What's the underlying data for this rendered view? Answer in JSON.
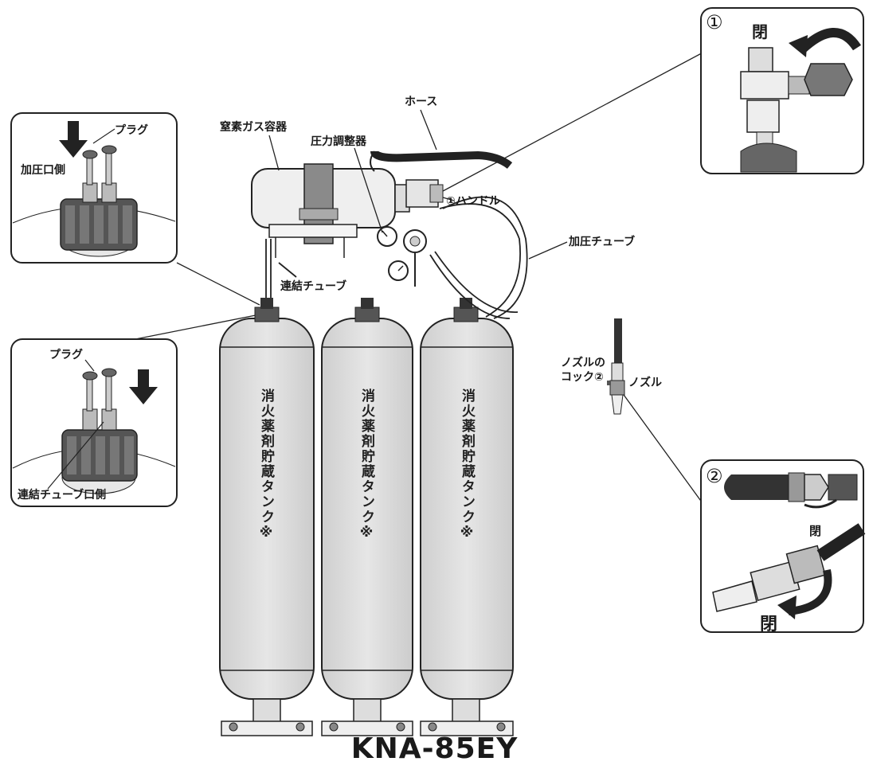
{
  "labels": {
    "hose": "ホース",
    "nitrogen_container": "窒素ガス容器",
    "pressure_regulator": "圧力調整器",
    "handle": "①ハンドル",
    "pressure_tube": "加圧チューブ",
    "connecting_tube": "連結チューブ",
    "nozzle_cock_line1": "ノズルの",
    "nozzle_cock_line2": "コック②",
    "nozzle": "ノズル"
  },
  "inset_top_left": {
    "plug": "プラグ",
    "side": "加圧口側"
  },
  "inset_bottom_left": {
    "plug": "プラグ",
    "side": "連結チューブ口側"
  },
  "inset_right_top": {
    "number": "①",
    "close": "閉"
  },
  "inset_right_bottom": {
    "number": "②",
    "close_small": "閉",
    "close_large": "閉"
  },
  "tanks": [
    {
      "label": "消火薬剤貯蔵タンク※"
    },
    {
      "label": "消火薬剤貯蔵タンク※"
    },
    {
      "label": "消火薬剤貯蔵タンク※"
    }
  ],
  "model": "KNA-85EY"
}
